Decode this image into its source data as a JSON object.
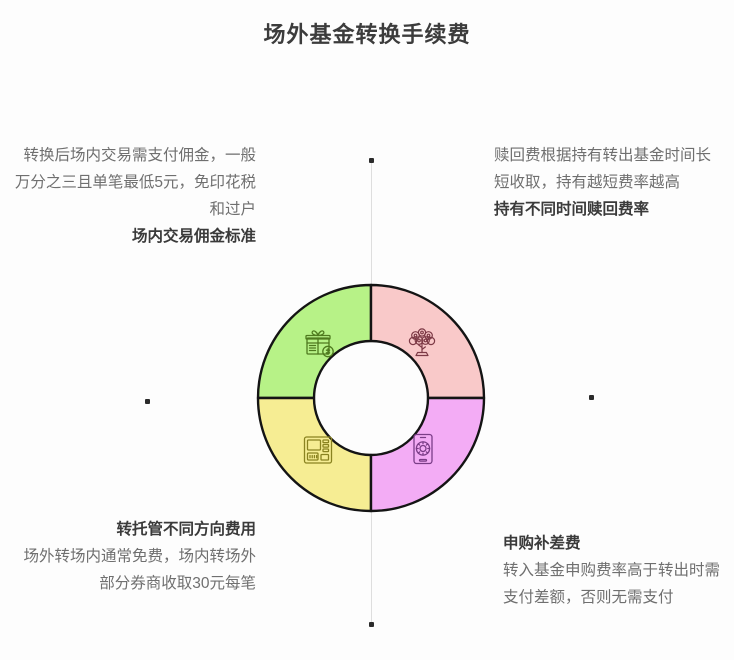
{
  "title": "场外基金转换手续费",
  "background_color": "#fdfdfd",
  "title_color": "#3c3c3c",
  "blocks": {
    "top_left": {
      "body": "转换后场内交易需支付佣金，一般万分之三且单笔最低5元，免印花税和过户",
      "heading": "场内交易佣金标准",
      "order": "body-then-heading"
    },
    "top_right": {
      "body": "赎回费根据持有转出基金时间长短收取，持有越短费率越高",
      "heading": "持有不同时间赎回费率",
      "order": "body-then-heading"
    },
    "bottom_left": {
      "heading": "转托管不同方向费用",
      "body": "场外转场内通常免费，场内转场外部分券商收取30元每笔",
      "order": "heading-then-body"
    },
    "bottom_right": {
      "heading": "申购补差费",
      "body": "转入基金申购费率高于转出时需支付差额，否则无需支付",
      "order": "heading-then-body"
    }
  },
  "chart_data": {
    "type": "pie",
    "title": "场外基金转换手续费",
    "subtype": "donut",
    "slices": [
      {
        "label": "场内交易佣金标准",
        "value": 25,
        "position": "top-left",
        "color": "#b7f287",
        "stroke": "#141414",
        "icon": "gift-icon",
        "icon_color": "#4f7a1f"
      },
      {
        "label": "持有不同时间赎回费率",
        "value": 25,
        "position": "top-right",
        "color": "#f9c9c9",
        "stroke": "#141414",
        "icon": "money-tree-icon",
        "icon_color": "#7d3a46"
      },
      {
        "label": "转托管不同方向费用",
        "value": 25,
        "position": "bottom-left",
        "color": "#f6ed93",
        "stroke": "#141414",
        "icon": "atm-icon",
        "icon_color": "#8a8320"
      },
      {
        "label": "申购补差费",
        "value": 25,
        "position": "bottom-right",
        "color": "#f3acf5",
        "stroke": "#141414",
        "icon": "mobile-payment-icon",
        "icon_color": "#7a3d87"
      }
    ],
    "legend": "none",
    "grid": false,
    "center_hole_ratio": 0.5
  },
  "decorations": {
    "connector_color": "#dedede",
    "dot_color": "#2b2b2b",
    "dots": [
      "top",
      "bottom",
      "left",
      "right"
    ]
  }
}
